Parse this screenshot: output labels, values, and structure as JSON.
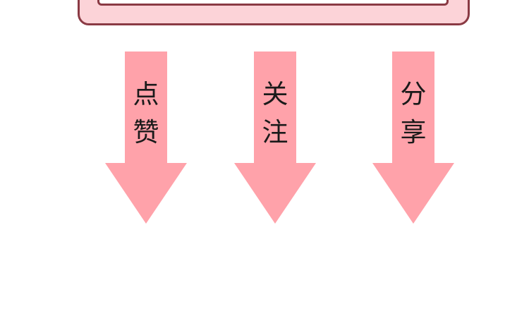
{
  "colors": {
    "arrow_fill": "#ffa2aa",
    "banner_fill": "#fcd3d8",
    "banner_border": "#8a3a44",
    "text": "#1a1a1a"
  },
  "icons": [
    "down-arrow-icon"
  ],
  "arrows": [
    {
      "chars": [
        "点",
        "赞"
      ]
    },
    {
      "chars": [
        "关",
        "注"
      ]
    },
    {
      "chars": [
        "分",
        "享"
      ]
    }
  ]
}
